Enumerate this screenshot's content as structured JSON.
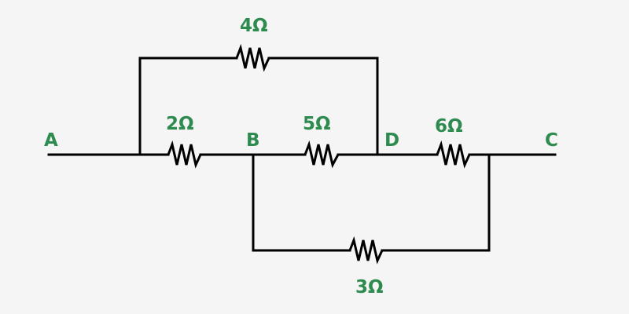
{
  "nodes": {
    "a": "A",
    "b": "B",
    "c": "C",
    "d": "D"
  },
  "resistors": {
    "r_top": "4Ω",
    "r_ab": "2Ω",
    "r_bd": "5Ω",
    "r_dc": "6Ω",
    "r_bottom": "3Ω"
  },
  "colors": {
    "label": "#2e8b4f",
    "wire": "#000000",
    "background": "#f5f5f5"
  }
}
